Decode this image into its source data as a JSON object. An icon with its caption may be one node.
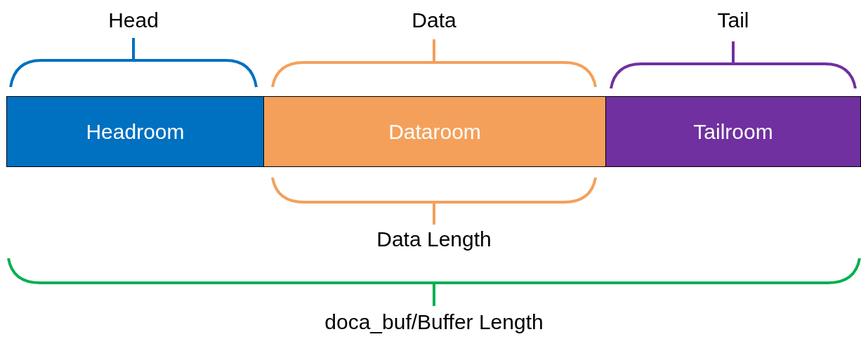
{
  "diagram": {
    "nodes": [
      {
        "text": [
          "Headroom"
        ]
      },
      {
        "text": [
          "Dataroom"
        ]
      },
      {
        "text": [
          "Tailroom"
        ]
      }
    ],
    "labels": [
      "Head",
      "Data",
      "Tail",
      "Data Length",
      "doca_buf/Buffer Length"
    ]
  }
}
